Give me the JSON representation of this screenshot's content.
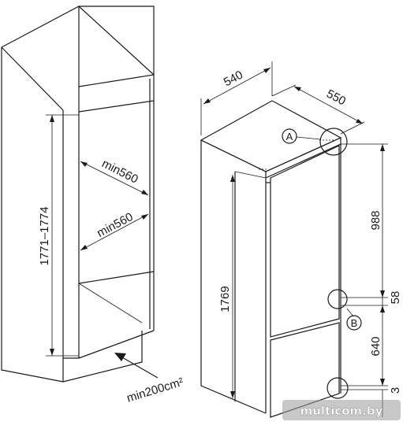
{
  "dimensions": {
    "niche_height": "1771–1774",
    "niche_width_upper": "min560",
    "niche_width_lower": "min560",
    "ventilation": "min200cm²",
    "appliance_width": "540",
    "appliance_depth": "550",
    "appliance_height": "1769",
    "upper_section": "988",
    "gap": "58",
    "lower_section": "640",
    "bottom_offset": "3"
  },
  "callouts": {
    "a": "A",
    "b": "B"
  },
  "watermark": "multicom.by"
}
